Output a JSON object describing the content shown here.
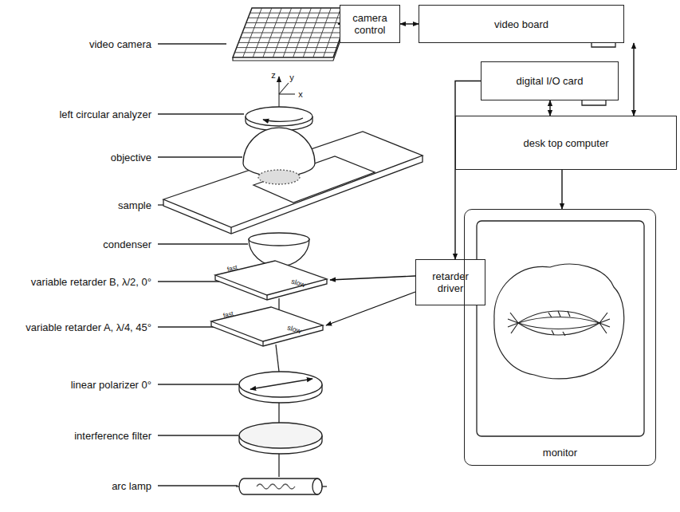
{
  "diagram": {
    "nodes": [
      {
        "text": [
          "camera control"
        ]
      },
      {
        "text": [
          "video board"
        ]
      },
      {
        "text": [
          "digital I/O card"
        ]
      },
      {
        "text": [
          "desk top computer"
        ]
      },
      {
        "text": [
          "retarder driver"
        ]
      },
      {
        "text": [
          "monitor"
        ]
      }
    ],
    "edges": [
      {
        "from": 0,
        "to": 1,
        "arrow": "both"
      },
      {
        "from": 1,
        "to": 3,
        "arrow": "both"
      },
      {
        "from": 2,
        "to": 3,
        "arrow": "both"
      },
      {
        "from": 2,
        "to": 4,
        "arrow": "to"
      },
      {
        "from": 3,
        "to": 5,
        "arrow": "to"
      }
    ],
    "labels": [
      "video camera",
      "left circular analyzer",
      "objective",
      "sample",
      "condenser",
      "variable retarder B, λ/2, 0°",
      "variable retarder A, λ/4, 45°",
      "linear polarizer 0°",
      "interference filter",
      "arc lamp",
      "z",
      "y",
      "x",
      "fast",
      "slow",
      "fast",
      "slow"
    ]
  }
}
